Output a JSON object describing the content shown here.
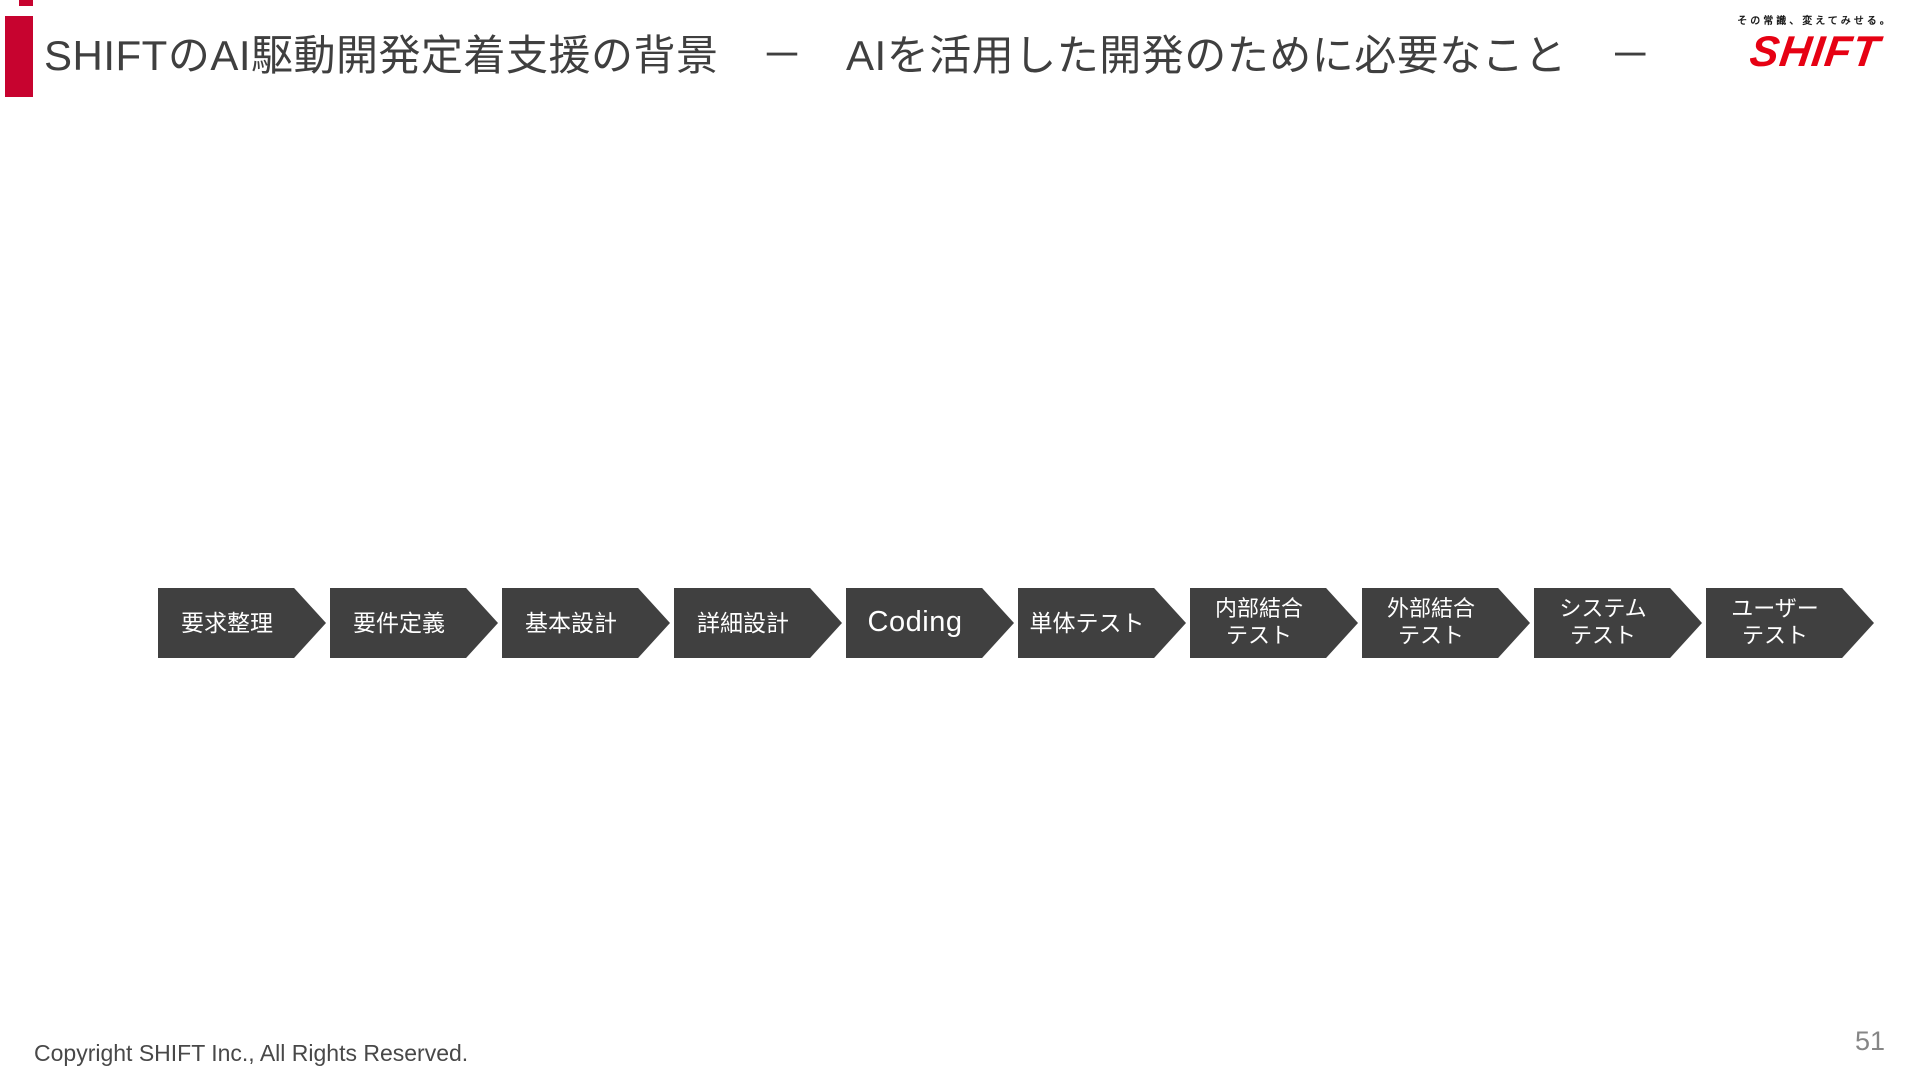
{
  "slide": {
    "title": "SHIFTのAI駆動開発定着支援の背景　－　AIを活用した開発のために必要なこと　－",
    "logo": {
      "tagline": "その常識、変えてみせる。",
      "wordmark": "SHIFT"
    },
    "flow": {
      "steps": [
        {
          "label": "要求整理"
        },
        {
          "label": "要件定義"
        },
        {
          "label": "基本設計"
        },
        {
          "label": "詳細設計"
        },
        {
          "label": "Coding"
        },
        {
          "label": "単体テスト"
        },
        {
          "label": "内部結合\nテスト"
        },
        {
          "label": "外部結合\nテスト"
        },
        {
          "label": "システム\nテスト"
        },
        {
          "label": "ユーザー\nテスト"
        }
      ]
    },
    "footer": {
      "copyright": "Copyright SHIFT Inc., All Rights Reserved.",
      "page_number": "51"
    },
    "colors": {
      "accent_red": "#C7032F",
      "logo_red": "#E60113",
      "step_fill": "#404040",
      "step_text": "#FFFFFF",
      "title_text": "#3F3F3F"
    }
  }
}
